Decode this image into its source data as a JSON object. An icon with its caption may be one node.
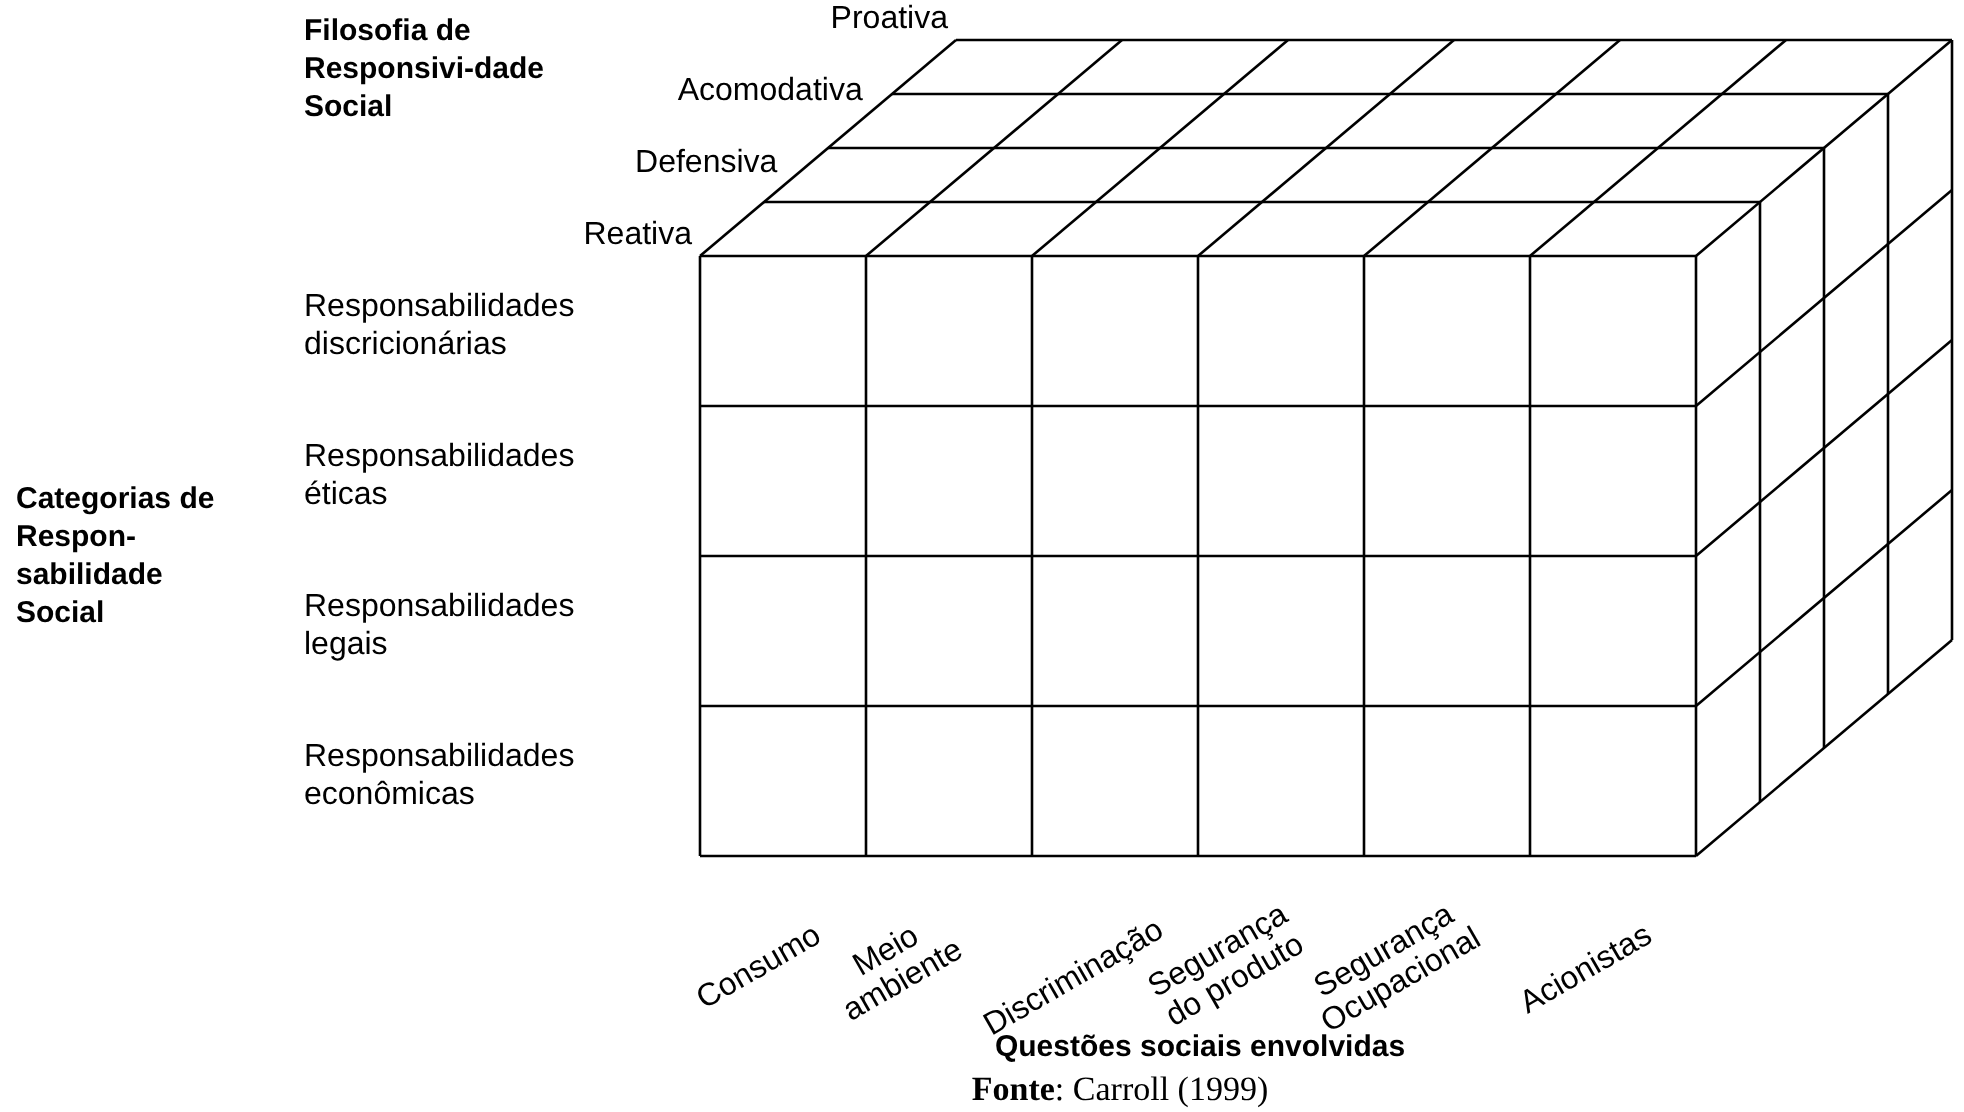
{
  "diagram": {
    "caption": "**Fonte**: Carroll (1999)",
    "labels": [
      "Filosofia de Responsivi-dade Social",
      "Proativa",
      "Acomodativa",
      "Defensiva",
      "Reativa",
      "Responsabilidades discricionárias",
      "Responsabilidades éticas",
      "Categorias de Respon-sabilidade Social",
      "Responsabilidades legais",
      "Responsabilidades econômicas",
      "Consumo",
      "Meio ambiente",
      "Discriminação",
      "Segurança do produto",
      "Segurança Ocupacional",
      "Acionistas",
      "Questões sociais envolvidas"
    ]
  }
}
